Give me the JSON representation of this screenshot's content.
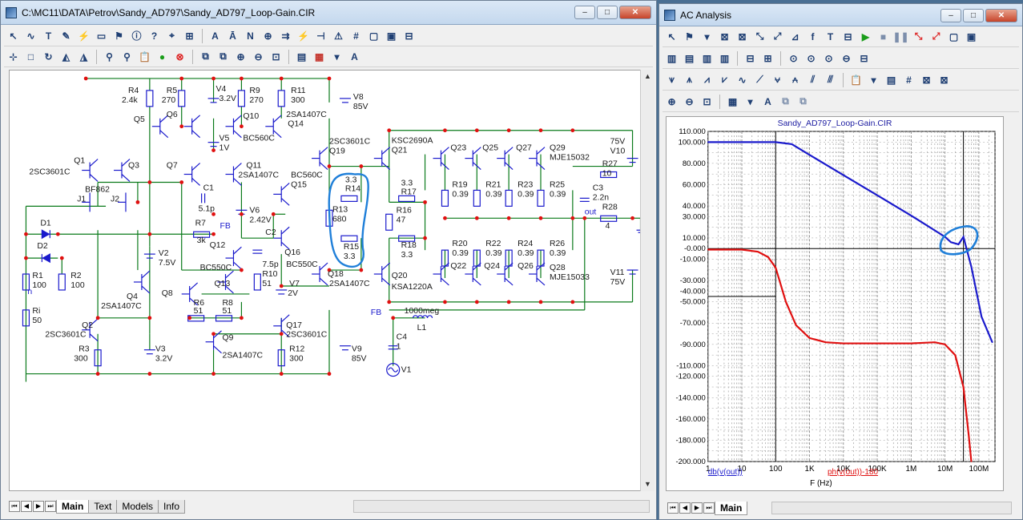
{
  "schematic_window": {
    "title": "C:\\MC11\\DATA\\Petrov\\Sandy_AD797\\Sandy_AD797_Loop-Gain.CIR",
    "buttons": {
      "minimize": "–",
      "maximize": "□",
      "close": "✕"
    },
    "tabs": [
      "Main",
      "Text",
      "Models",
      "Info"
    ],
    "active_tab": "Main"
  },
  "analysis_window": {
    "title": "AC Analysis",
    "buttons": {
      "minimize": "–",
      "maximize": "□",
      "close": "✕"
    },
    "tabs": [
      "Main"
    ],
    "active_tab": "Main"
  },
  "schematic": {
    "components": [
      {
        "ref": "R4",
        "value": "2.4k"
      },
      {
        "ref": "R5",
        "value": "270"
      },
      {
        "ref": "V4",
        "value": "3.2V"
      },
      {
        "ref": "R9",
        "value": "270"
      },
      {
        "ref": "R11",
        "value": "300"
      },
      {
        "ref": "V8",
        "value": "85V"
      },
      {
        "ref": "Q5",
        "value": ""
      },
      {
        "ref": "Q6",
        "value": ""
      },
      {
        "ref": "Q10",
        "value": "BC560C"
      },
      {
        "ref": "Q14",
        "value": "2SA1407C"
      },
      {
        "ref": "V5",
        "value": "1V"
      },
      {
        "ref": "Q19",
        "value": "2SC3601C"
      },
      {
        "ref": "Q21",
        "value": "KSC2690A"
      },
      {
        "ref": "Q23",
        "value": ""
      },
      {
        "ref": "Q25",
        "value": ""
      },
      {
        "ref": "Q27",
        "value": ""
      },
      {
        "ref": "Q29",
        "value": "MJE15032"
      },
      {
        "ref": "V10",
        "value": "75V"
      },
      {
        "ref": "Q1",
        "value": "2SC3601C"
      },
      {
        "ref": "Q3",
        "value": ""
      },
      {
        "ref": "Q7",
        "value": ""
      },
      {
        "ref": "Q11",
        "value": "2SA1407C"
      },
      {
        "ref": "Q15",
        "value": "BC560C"
      },
      {
        "ref": "R14",
        "value": "3.3"
      },
      {
        "ref": "R17",
        "value": "3.3"
      },
      {
        "ref": "R27",
        "value": "10"
      },
      {
        "ref": "J1",
        "value": "BF862"
      },
      {
        "ref": "J2",
        "value": ""
      },
      {
        "ref": "C1",
        "value": "5.1p"
      },
      {
        "ref": "R7",
        "value": "3k"
      },
      {
        "ref": "V6",
        "value": "2.42V"
      },
      {
        "ref": "R13",
        "value": "680"
      },
      {
        "ref": "R16",
        "value": "47"
      },
      {
        "ref": "R19",
        "value": "0.39"
      },
      {
        "ref": "R21",
        "value": "0.39"
      },
      {
        "ref": "R23",
        "value": "0.39"
      },
      {
        "ref": "R25",
        "value": "0.39"
      },
      {
        "ref": "C3",
        "value": "2.2n"
      },
      {
        "ref": "R28",
        "value": "4"
      },
      {
        "ref": "D1",
        "value": ""
      },
      {
        "ref": "D2",
        "value": ""
      },
      {
        "ref": "V2",
        "value": "7.5V"
      },
      {
        "ref": "Q12",
        "value": "BC550C"
      },
      {
        "ref": "C2",
        "value": "7.5p"
      },
      {
        "ref": "R15",
        "value": "3.3"
      },
      {
        "ref": "R18",
        "value": "3.3"
      },
      {
        "ref": "R20",
        "value": "0.39"
      },
      {
        "ref": "R22",
        "value": "0.39"
      },
      {
        "ref": "R24",
        "value": "0.39"
      },
      {
        "ref": "R26",
        "value": "0.39"
      },
      {
        "ref": "R1",
        "value": "100"
      },
      {
        "ref": "R2",
        "value": "100"
      },
      {
        "ref": "Q13",
        "value": ""
      },
      {
        "ref": "R10",
        "value": "51"
      },
      {
        "ref": "Q16",
        "value": "BC550C"
      },
      {
        "ref": "Q20",
        "value": "KSA1220A"
      },
      {
        "ref": "Q22",
        "value": ""
      },
      {
        "ref": "Q24",
        "value": ""
      },
      {
        "ref": "Q26",
        "value": ""
      },
      {
        "ref": "Q28",
        "value": "MJE15033"
      },
      {
        "ref": "V11",
        "value": "75V"
      },
      {
        "ref": "Q4",
        "value": "2SA1407C"
      },
      {
        "ref": "Q8",
        "value": ""
      },
      {
        "ref": "R6",
        "value": "51"
      },
      {
        "ref": "R8",
        "value": "51"
      },
      {
        "ref": "V7",
        "value": "2V"
      },
      {
        "ref": "Q18",
        "value": "2SA1407C"
      },
      {
        "ref": "Ri",
        "value": "50"
      },
      {
        "ref": "Q2",
        "value": "2SC3601C"
      },
      {
        "ref": "Q17",
        "value": "2SC3601C"
      },
      {
        "ref": "Q9",
        "value": "2SA1407C"
      },
      {
        "ref": "R3",
        "value": "300"
      },
      {
        "ref": "V3",
        "value": "3.2V"
      },
      {
        "ref": "R12",
        "value": "300"
      },
      {
        "ref": "V9",
        "value": "85V"
      },
      {
        "ref": "L1",
        "value": "1000meg"
      },
      {
        "ref": "C4",
        "value": "1"
      },
      {
        "ref": "V1",
        "value": ""
      }
    ],
    "net_labels": [
      "FB",
      "FB",
      "n",
      "out"
    ]
  },
  "plot": {
    "title": "Sandy_AD797_Loop-Gain.CIR",
    "y_ticks": [
      "110.000",
      "100.000",
      "80.000",
      "60.000",
      "40.000",
      "30.000",
      "10.000",
      "-0.000",
      "-10.000",
      "-30.000",
      "-40.000",
      "-50.000",
      "-70.000",
      "-90.000",
      "-110.000",
      "-120.000",
      "-140.000",
      "-160.000",
      "-180.000",
      "-200.000"
    ],
    "x_ticks": [
      "1",
      "10",
      "100",
      "1K",
      "10K",
      "100K",
      "1M",
      "10M",
      "100M"
    ],
    "legend_db": "db(v(out))",
    "legend_ph": "ph(v(out))-180",
    "xlabel": "F (Hz)",
    "colors": {
      "db": "#1a1acc",
      "ph": "#e01010",
      "annotation": "#1f7fd9",
      "component": "#1a1acc",
      "wire": "#0a7a1a",
      "node": "#e01010"
    }
  },
  "chart_data": {
    "type": "line",
    "title": "Sandy_AD797_Loop-Gain.CIR",
    "xlabel": "F (Hz)",
    "ylabel": "",
    "xscale": "log",
    "xlim": [
      1,
      300000000
    ],
    "ylim": [
      -200,
      110
    ],
    "series": [
      {
        "name": "db(v(out))",
        "x": [
          1,
          10,
          100,
          300,
          1000,
          10000,
          100000,
          1000000,
          10000000,
          15000000,
          25000000,
          35000000,
          60000000,
          120000000,
          250000000
        ],
        "values": [
          100,
          100,
          100,
          98,
          88,
          69,
          50,
          31,
          11,
          6,
          4,
          11,
          -17,
          -64,
          -88
        ]
      },
      {
        "name": "ph(v(out))-180",
        "x": [
          1,
          10,
          30,
          60,
          100,
          200,
          400,
          1000,
          3000,
          10000,
          100000,
          1000000,
          5000000,
          10000000,
          20000000,
          35000000,
          50000000,
          60000000
        ],
        "values": [
          -1,
          -1,
          -3,
          -8,
          -18,
          -50,
          -72,
          -84,
          -88,
          -89,
          -89,
          -89,
          -88,
          -90,
          -100,
          -130,
          -175,
          -200
        ]
      }
    ]
  }
}
